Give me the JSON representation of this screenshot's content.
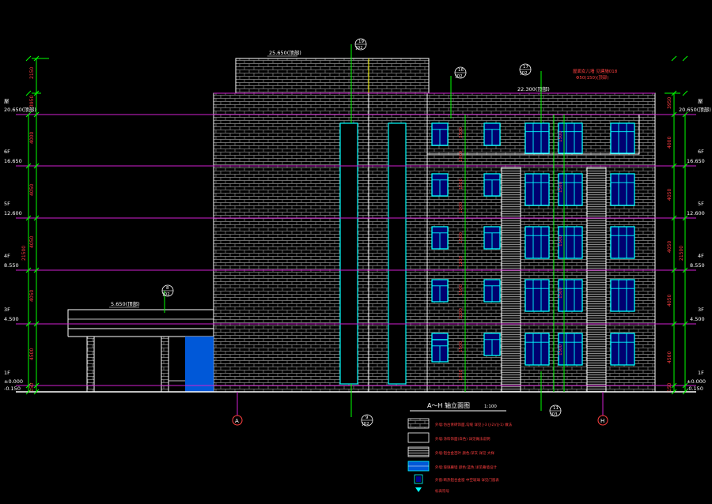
{
  "colors": {
    "background": "#000000",
    "brick_lines": "#8a8a8a",
    "outline": "#ffffff",
    "level_line": "#d020d0",
    "dim": "#00ff00",
    "dim_text": "#ff4040",
    "window": "#00ffff",
    "glass": "#000090",
    "blue_panel": "#0058d8",
    "tag_text": "#ffffff",
    "legend_text": "#ff4040"
  },
  "drawing": {
    "title": "A～H 轴立面图",
    "scale": "1:100",
    "roof_top_label": "25.650(顶部)",
    "canopy_label": "5.650(顶部)",
    "parapet_label": "22.300(顶部)",
    "side_note_line1": "屋面女儿墙 见建施018",
    "side_note_line2": "Φ50(150)(顶部)",
    "axis_left": "A",
    "axis_right": "H"
  },
  "levels_left": [
    {
      "tag": "屋",
      "value": "20.650(顶部)"
    },
    {
      "tag": "6F",
      "value": "16.650"
    },
    {
      "tag": "5F",
      "value": "12.600"
    },
    {
      "tag": "4F",
      "value": "8.550"
    },
    {
      "tag": "3F",
      "value": "4.500"
    },
    {
      "tag": "1F",
      "value": "±0.000"
    },
    {
      "tag": "",
      "value": "-0.150"
    }
  ],
  "levels_right": [
    {
      "tag": "屋",
      "value": "20.650(顶部)"
    },
    {
      "tag": "6F",
      "value": "16.650"
    },
    {
      "tag": "5F",
      "value": "12.600"
    },
    {
      "tag": "4F",
      "value": "8.550"
    },
    {
      "tag": "3F",
      "value": "4.500"
    },
    {
      "tag": "1F",
      "value": "±0.000"
    },
    {
      "tag": "",
      "value": "-0.150"
    }
  ],
  "dims_left_outer": [
    "2150",
    "3950",
    "4000",
    "4050",
    "4050",
    "4050",
    "4500",
    "150"
  ],
  "dims_left_total": "21500",
  "dims_right_outer": [
    "3950",
    "4000",
    "4050",
    "4050",
    "4050",
    "4500",
    "150"
  ],
  "dims_right_total": "21500",
  "dims_center": [
    "1500",
    "1200",
    "1500",
    "1200",
    "1500",
    "1200",
    "1500",
    "1200",
    "1500",
    "1200"
  ],
  "callouts": [
    {
      "num": "19",
      "sheet": "J02"
    },
    {
      "num": "16",
      "sheet": "J02"
    },
    {
      "num": "17",
      "sheet": "J02"
    },
    {
      "num": "8",
      "sheet": "J02"
    },
    {
      "num": "9",
      "sheet": "J02"
    },
    {
      "num": "11",
      "sheet": "J03"
    }
  ],
  "legend": [
    {
      "name": "legend-brick",
      "text": "外墙:仿古青砖饰面,勾缝 详见 J-3 (J-2)/(J-1) 做法"
    },
    {
      "name": "legend-plain",
      "text": "外墙:涂料饰面(白色) 详见做法说明"
    },
    {
      "name": "legend-louver",
      "text": "外墙:铝合金百叶 颜色:深灰 详见 大样"
    },
    {
      "name": "legend-blue",
      "text": "外墙:玻璃幕墙 颜色:蓝色 详见幕墙设计"
    },
    {
      "name": "legend-window",
      "text": "外窗:断热铝合金窗 中空玻璃 详见门窗表"
    },
    {
      "name": "legend-mark",
      "text": "标高符号"
    }
  ]
}
